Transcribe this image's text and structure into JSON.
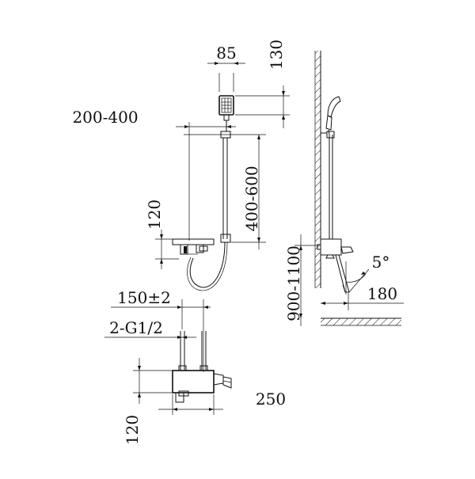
{
  "drawing": {
    "dims": {
      "head_width": "85",
      "head_height": "130",
      "rail_offset": "200-400",
      "rail_length": "400-600",
      "valve_height": "120",
      "mount_height": "900-1100",
      "spout_angle": "5°",
      "spout_reach": "180",
      "inlet_spacing": "150±2",
      "inlet_thread": "2-G1/2",
      "body_width": "250",
      "body_height": "120"
    }
  }
}
